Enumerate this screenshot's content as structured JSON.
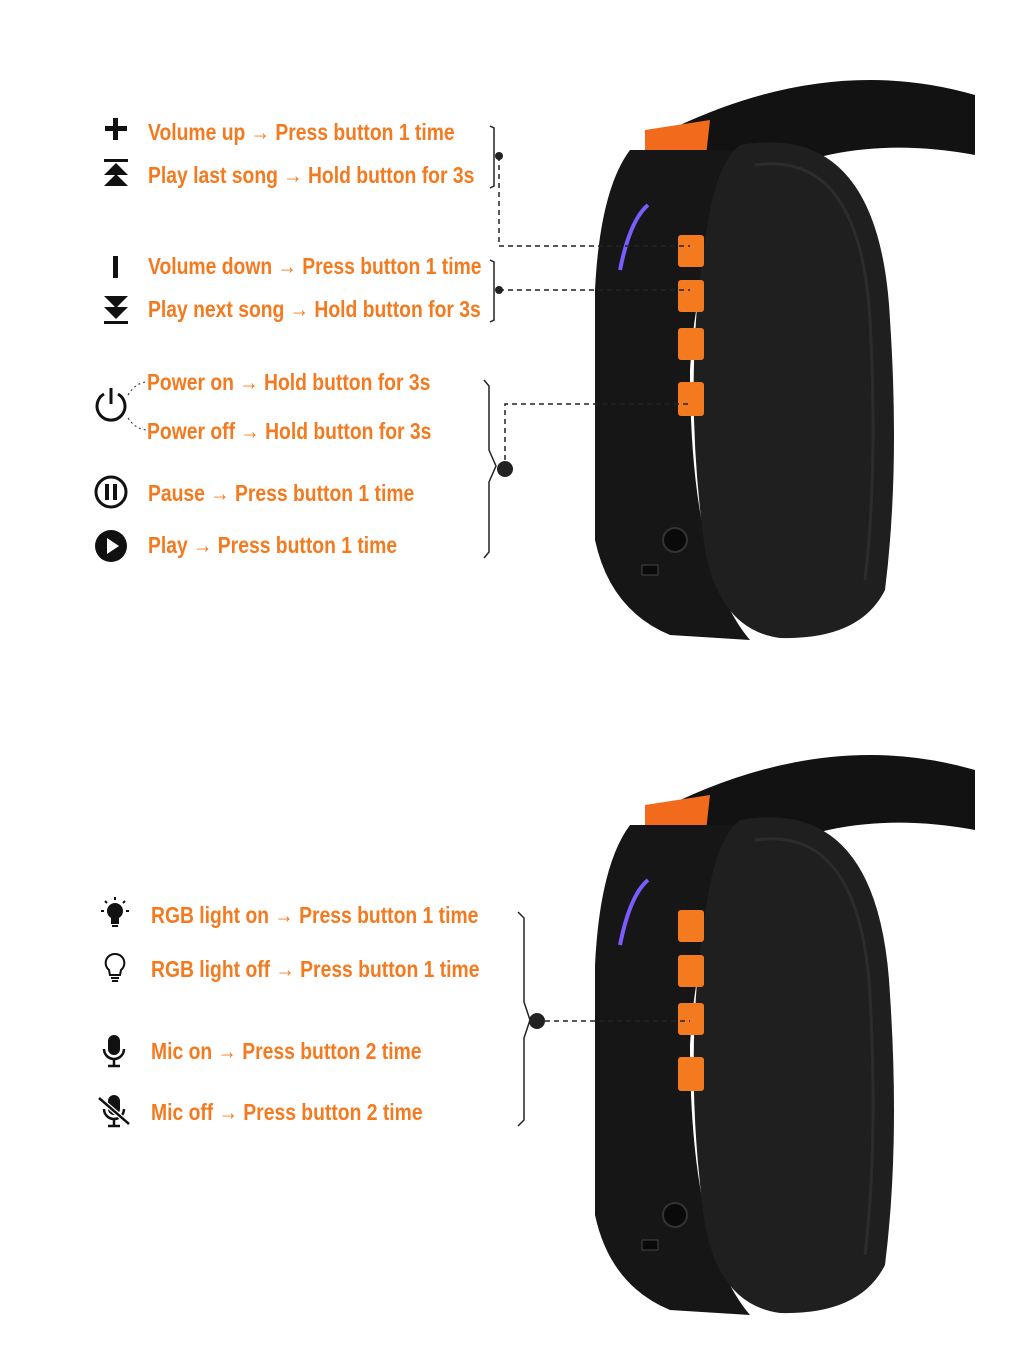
{
  "panel_top": {
    "rows": [
      {
        "icon": "plus-icon",
        "text": "Volume up → Press button 1 time"
      },
      {
        "icon": "previous-track-icon",
        "text": "Play last song → Hold button for 3s"
      },
      {
        "icon": "minus-icon",
        "text": "Volume down → Press button 1 time"
      },
      {
        "icon": "next-track-icon",
        "text": "Play next song → Hold button for 3s"
      },
      {
        "icon": "power-icon",
        "text": "Power on → Hold button for 3s"
      },
      {
        "icon": "power-icon",
        "text": "Power off → Hold button for 3s"
      },
      {
        "icon": "pause-icon",
        "text": "Pause → Press button 1 time"
      },
      {
        "icon": "play-icon",
        "text": "Play → Press button 1 time"
      }
    ]
  },
  "panel_bottom": {
    "rows": [
      {
        "icon": "light-on-icon",
        "text": "RGB light on → Press button 1 time"
      },
      {
        "icon": "light-off-icon",
        "text": "RGB light off → Press button 1 time"
      },
      {
        "icon": "mic-icon",
        "text": "Mic on → Press button 2 time"
      },
      {
        "icon": "mic-off-icon",
        "text": "Mic off → Press button 2 time"
      }
    ]
  },
  "colors": {
    "accent": "#f47a20",
    "headset_body": "#141414",
    "cushion": "#1c1c1c",
    "rgb_strip": "#7a5cff"
  }
}
